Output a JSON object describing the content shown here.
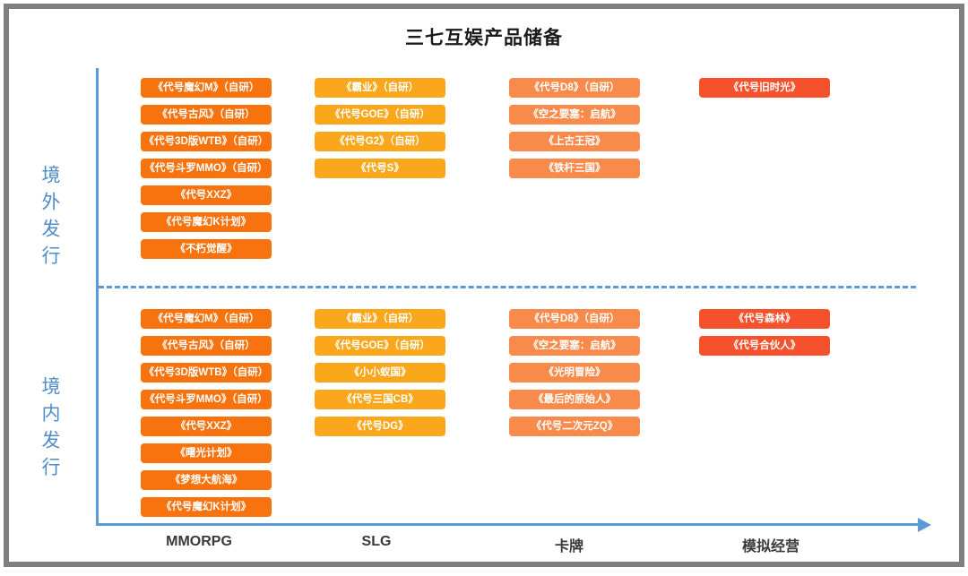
{
  "title": "三七互娱产品储备",
  "colors": {
    "axis_blue": "#5B9BD5",
    "section_label_blue": "#4E8CC9",
    "title_dark": "#1A1A1A",
    "category_label": "#3A3A3A",
    "frame_gray": "#7F7F7F",
    "mmorpg_orange": "#F8720E",
    "slg_amber": "#FAA71C",
    "card_salmon": "#F88B4C",
    "sim_red": "#F4512C"
  },
  "sections": [
    {
      "id": "overseas",
      "label": "境外发行"
    },
    {
      "id": "domestic",
      "label": "境内发行"
    }
  ],
  "categories": [
    {
      "id": "mmorpg",
      "label": "MMORPG",
      "color": "#F8720E",
      "overseas": [
        "《代号魔幻M》（自研）",
        "《代号古风》（自研）",
        "《代号3D版WTB》（自研）",
        "《代号斗罗MMO》（自研）",
        "《代号XXZ》",
        "《代号魔幻K计划》",
        "《不朽觉醒》"
      ],
      "domestic": [
        "《代号魔幻M》（自研）",
        "《代号古风》（自研）",
        "《代号3D版WTB》（自研）",
        "《代号斗罗MMO》（自研）",
        "《代号XXZ》",
        "《曙光计划》",
        "《梦想大航海》",
        "《代号魔幻K计划》"
      ]
    },
    {
      "id": "slg",
      "label": "SLG",
      "color": "#FAA71C",
      "overseas": [
        "《霸业》（自研）",
        "《代号GOE》（自研）",
        "《代号G2》（自研）",
        "《代号S》"
      ],
      "domestic": [
        "《霸业》（自研）",
        "《代号GOE》（自研）",
        "《小小蚁国》",
        "《代号三国CB》",
        "《代号DG》"
      ]
    },
    {
      "id": "card",
      "label": "卡牌",
      "color": "#F88B4C",
      "overseas": [
        "《代号D8》（自研）",
        "《空之要塞：启航》",
        "《上古王冠》",
        "《铁杆三国》"
      ],
      "domestic": [
        "《代号D8》（自研）",
        "《空之要塞：启航》",
        "《光明冒险》",
        "《最后的原始人》",
        "《代号二次元ZQ》"
      ]
    },
    {
      "id": "sim",
      "label": "模拟经营",
      "color": "#F4512C",
      "overseas": [
        "《代号旧时光》"
      ],
      "domestic": [
        "《代号森林》",
        "《代号合伙人》"
      ]
    }
  ]
}
